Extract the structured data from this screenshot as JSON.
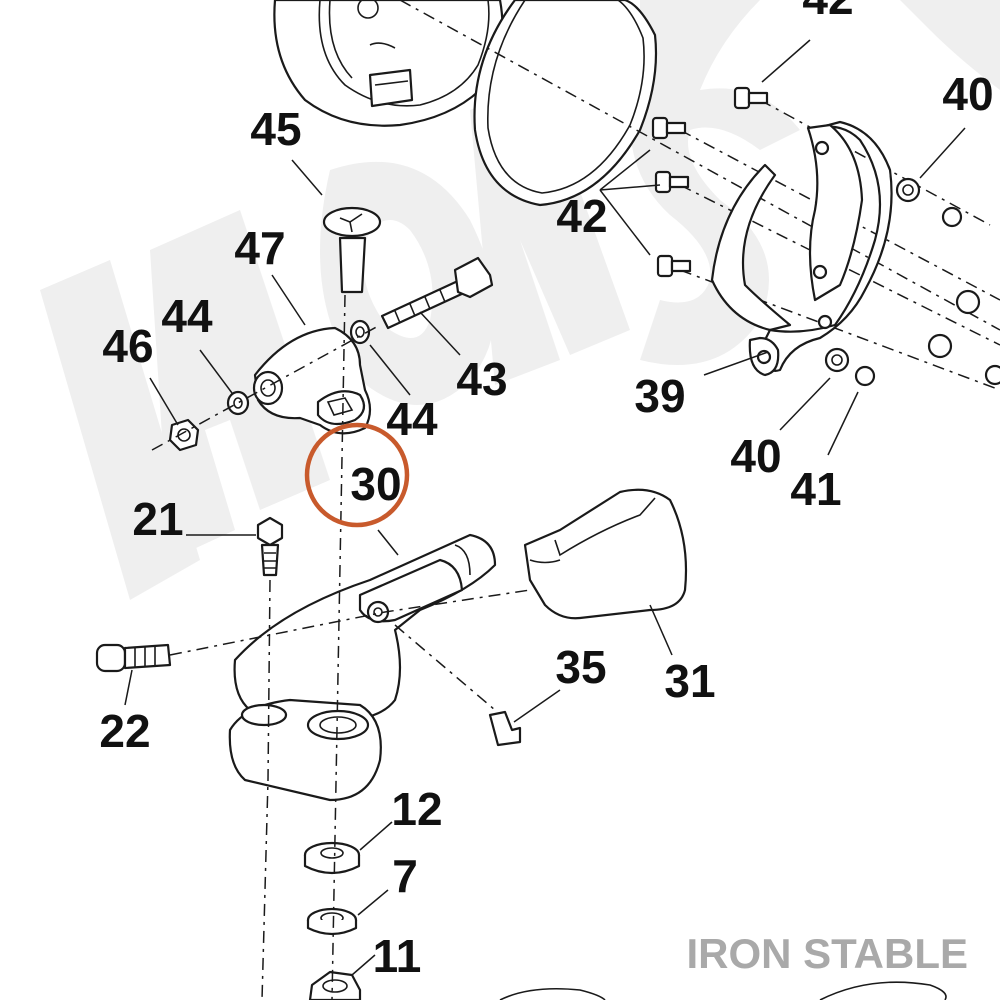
{
  "diagram": {
    "highlight_color": "#c85a2c",
    "watermark_color": "#a9a9a9",
    "watermark_big_color": "#efefef",
    "labels": {
      "l42a": "42",
      "l40a": "40",
      "l45": "45",
      "l47": "47",
      "l42b": "42",
      "l44a": "44",
      "l46": "46",
      "l43": "43",
      "l44b": "44",
      "l39": "39",
      "l30": "30",
      "l40b": "40",
      "l41": "41",
      "l21": "21",
      "l35": "35",
      "l31": "31",
      "l22": "22",
      "l12": "12",
      "l7": "7",
      "l11": "11"
    },
    "watermark": "IRON STABLE"
  }
}
